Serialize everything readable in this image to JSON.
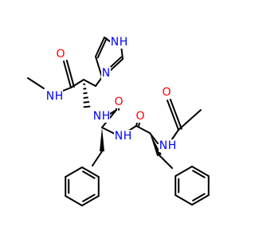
{
  "structure": {
    "atoms": [
      {
        "id": "O1",
        "label": "O",
        "color": "#ff0000"
      },
      {
        "id": "NH1",
        "label": "N",
        "sub": "H",
        "color": "#0000ff"
      },
      {
        "id": "NH2",
        "label": "N",
        "sub": "H",
        "color": "#0000ff"
      },
      {
        "id": "N3",
        "label": "N",
        "color": "#0000ff"
      },
      {
        "id": "NH4",
        "label": "N",
        "sub": "H",
        "color": "#0000ff"
      },
      {
        "id": "O2",
        "label": "O",
        "color": "#ff0000"
      },
      {
        "id": "NH5",
        "label": "N",
        "sub": "H",
        "color": "#0000ff"
      },
      {
        "id": "O3",
        "label": "O",
        "color": "#ff0000"
      },
      {
        "id": "NH6",
        "label": "N",
        "sub": "H",
        "color": "#0000ff"
      },
      {
        "id": "O4",
        "label": "O",
        "color": "#ff0000"
      }
    ]
  }
}
